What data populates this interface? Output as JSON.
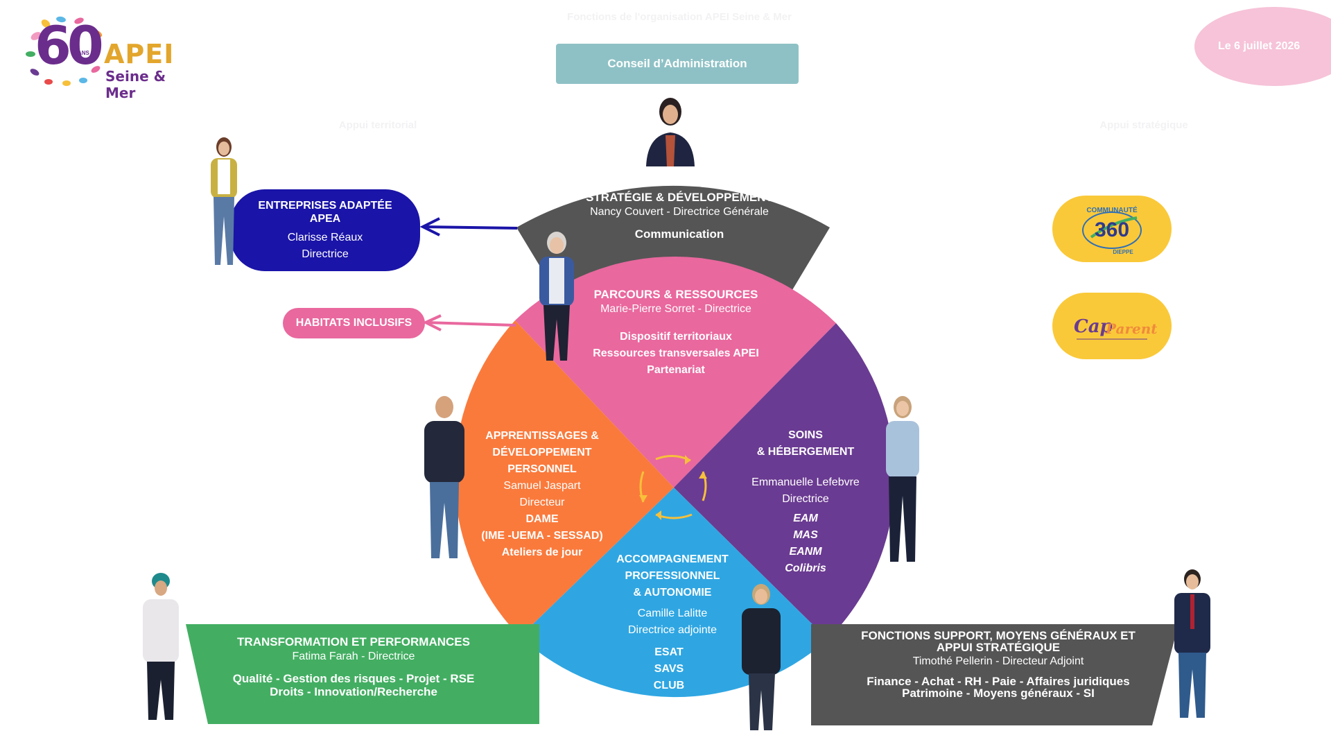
{
  "header": {
    "faint_title": "Fonctions de l'organisation APEI Seine & Mer",
    "conseil": "Conseil d’Administration",
    "date": "Le 6 juillet 2026",
    "faint_left": "Appui territorial",
    "faint_right": "Appui stratégique"
  },
  "logo": {
    "number": "60",
    "ans": "ANS",
    "brand": "APEI",
    "subtitle": "Seine & Mer"
  },
  "strategie": {
    "title": "STRATÉGIE & DÉVELOPPEMENT",
    "person": "Nancy Couvert - Directrice Générale",
    "item": "Communication"
  },
  "entreprises": {
    "title_1": "ENTREPRISES ADAPTÉE",
    "title_2": "APEA",
    "person": "Clarisse Réaux",
    "role": "Directrice"
  },
  "habitats": {
    "label": "HABITATS INCLUSIFS"
  },
  "parcours": {
    "title": "PARCOURS & RESSOURCES",
    "person": "Marie-Pierre Sorret - Directrice",
    "items": [
      "Dispositif territoriaux",
      "Ressources transversales APEI",
      "Partenariat"
    ]
  },
  "apprentissages": {
    "title": [
      "APPRENTISSAGES &",
      "DÉVELOPPEMENT",
      "PERSONNEL"
    ],
    "person": "Samuel Jaspart",
    "role": "Directeur",
    "items": [
      "DAME",
      "(IME -UEMA - SESSAD)",
      "Ateliers de jour"
    ]
  },
  "soins": {
    "title": [
      "SOINS",
      "& HÉBERGEMENT"
    ],
    "person": "Emmanuelle Lefebvre",
    "role": "Directrice",
    "items": [
      "EAM",
      "MAS",
      "EANM",
      "Colibris"
    ]
  },
  "accompagnement": {
    "title": [
      "ACCOMPAGNEMENT",
      "PROFESSIONNEL",
      "& AUTONOMIE"
    ],
    "person": "Camille Lalitte",
    "role": "Directrice adjointe",
    "items": [
      "ESAT",
      "SAVS",
      "CLUB"
    ]
  },
  "transformation": {
    "title": "TRANSFORMATION ET PERFORMANCES",
    "person": "Fatima Farah - Directrice",
    "items_1": "Qualité - Gestion des risques - Projet - RSE",
    "items_2": "Droits - Innovation/Recherche"
  },
  "fonctions": {
    "title_1": "FONCTIONS SUPPORT, MOYENS GÉNÉRAUX ET",
    "title_2": "APPUI STRATÉGIQUE",
    "person": "Timothé Pellerin - Directeur Adjoint",
    "items_1": "Finance - Achat - RH - Paie -  Affaires juridiques",
    "items_2": "Patrimoine - Moyens généraux - SI"
  },
  "badges": {
    "communaute": {
      "top": "COMMUNAUTÉ",
      "number": "360",
      "bottom": "DIEPPE"
    },
    "cap_parents": {
      "cap": "Cap",
      "parents": "Parents"
    }
  },
  "colors": {
    "strategie": "#555555",
    "parcours": "#e9689e",
    "apprentissages": "#fa7a3c",
    "soins": "#6a3b92",
    "accompagnement": "#2fa6e2",
    "transformation": "#43ae62",
    "fonctions": "#555555",
    "entreprises": "#1a14a8",
    "badge": "#fac939"
  }
}
